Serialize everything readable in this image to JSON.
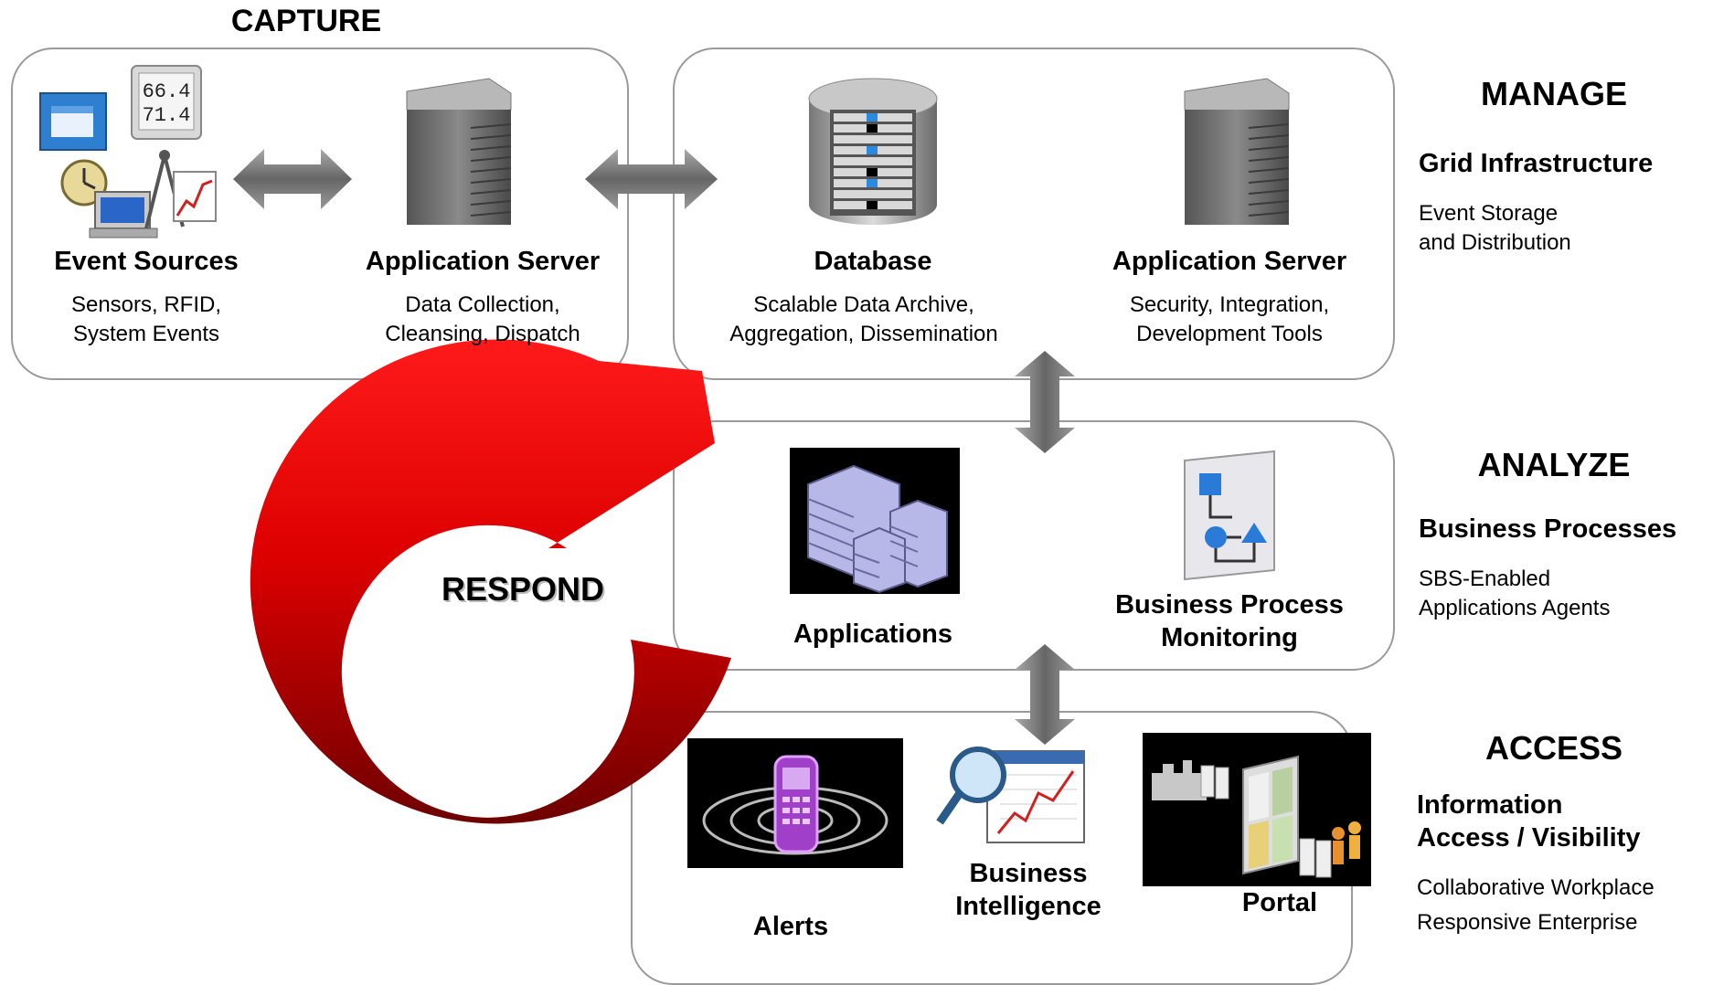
{
  "capture": {
    "heading": "CAPTURE",
    "event_sources": {
      "title": "Event Sources",
      "line1": "Sensors, RFID,",
      "line2": "System Events"
    },
    "app_server": {
      "title": "Application Server",
      "line1": "Data Collection,",
      "line2": "Cleansing, Dispatch"
    }
  },
  "manage": {
    "heading": "MANAGE",
    "subheading": "Grid Infrastructure",
    "desc1": "Event Storage",
    "desc2": "and Distribution",
    "database": {
      "title": "Database",
      "line1": "Scalable Data Archive,",
      "line2": "Aggregation, Dissemination"
    },
    "app_server": {
      "title": "Application Server",
      "line1": "Security, Integration,",
      "line2": "Development Tools"
    }
  },
  "analyze": {
    "heading": "ANALYZE",
    "subheading": "Business Processes",
    "desc1": "SBS-Enabled",
    "desc2": "Applications Agents",
    "applications": {
      "title": "Applications"
    },
    "bpm": {
      "line1": "Business Process",
      "line2": "Monitoring"
    }
  },
  "access": {
    "heading": "ACCESS",
    "sub1": "Information",
    "sub2": "Access / Visibility",
    "desc1": "Collaborative Workplace",
    "desc2": "Responsive Enterprise",
    "alerts": {
      "title": "Alerts"
    },
    "bi": {
      "line1": "Business",
      "line2": "Intelligence"
    },
    "portal": {
      "title": "Portal"
    }
  },
  "respond": {
    "label": "RESPOND"
  },
  "thermometer": {
    "line1": "66.4",
    "line2": "71.4"
  },
  "colors": {
    "respond_red": "#e00000",
    "respond_dark": "#7a0000",
    "arrow_gray": "#6f6f6f",
    "panel_border": "#9a9a9a"
  }
}
